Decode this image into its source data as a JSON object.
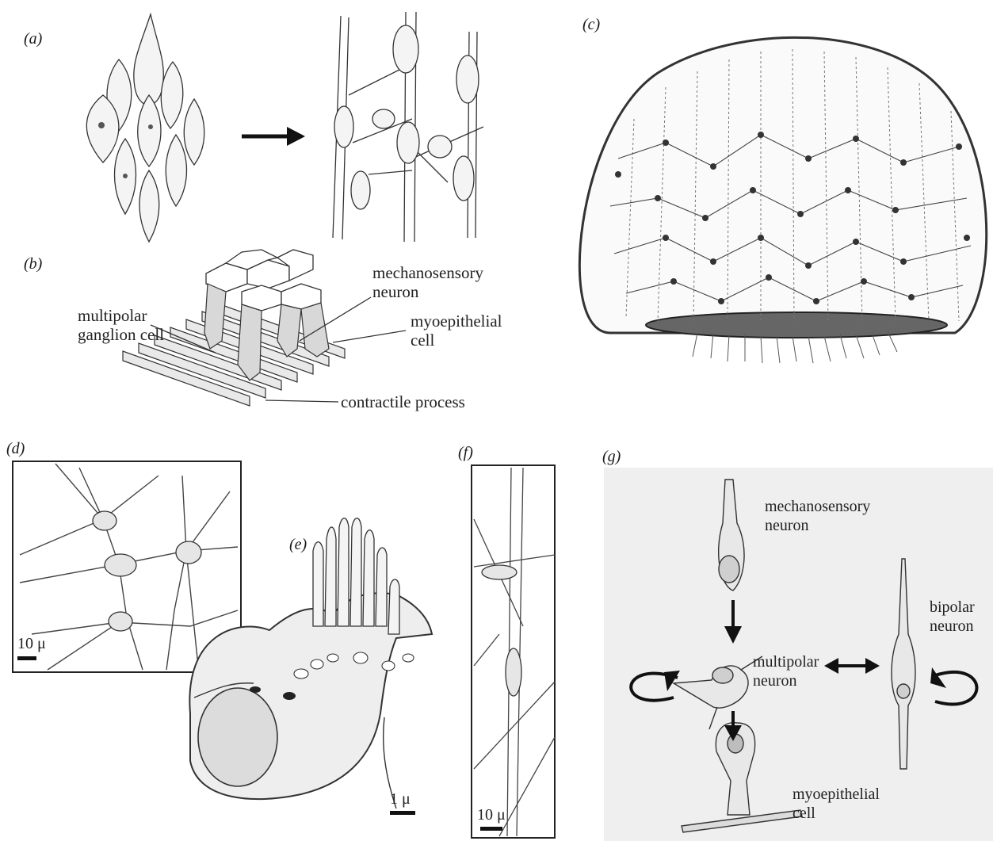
{
  "panels": {
    "a": {
      "label": "(a)"
    },
    "b": {
      "label": "(b)",
      "annotations": {
        "mechanosensory": "mechanosensory\nneuron",
        "multipolar": "multipolar\nganglion cell",
        "myoepithelial": "myoepithelial\ncell",
        "contractile": "contractile process"
      }
    },
    "c": {
      "label": "(c)"
    },
    "d": {
      "label": "(d)",
      "scale": "10 μ"
    },
    "e": {
      "label": "(e)",
      "scale": "1 μ"
    },
    "f": {
      "label": "(f)",
      "scale": "10 μ"
    },
    "g": {
      "label": "(g)",
      "nodes": {
        "mechanosensory": "mechanosensory\nneuron",
        "multipolar": "multipolar\nneuron",
        "bipolar": "bipolar\nneuron",
        "myoepithelial": "myoepithelial\ncell"
      }
    }
  }
}
